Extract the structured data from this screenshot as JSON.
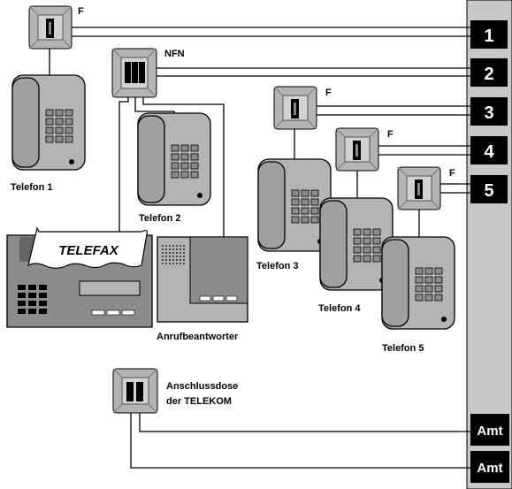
{
  "diagram": {
    "labels": {
      "f1": "F",
      "nfn": "NFN",
      "f3": "F",
      "f4": "F",
      "f5": "F",
      "telefon1": "Telefon 1",
      "telefon2": "Telefon 2",
      "telefon3": "Telefon 3",
      "telefon4": "Telefon 4",
      "telefon5": "Telefon 5",
      "telefax": "TELEFAX",
      "anrufbeantworter": "Anrufbeantworter",
      "anschlussdose_line1": "Anschlussdose",
      "anschlussdose_line2": "der TELEKOM"
    },
    "ports": [
      "1",
      "2",
      "3",
      "4",
      "5"
    ],
    "amt": [
      "Amt",
      "Amt"
    ],
    "colors": {
      "panel": "#c8c8c8",
      "device": "#b4b4b4",
      "device_dark": "#8c8c8c",
      "port_box": "#000000",
      "line": "#000000"
    }
  }
}
